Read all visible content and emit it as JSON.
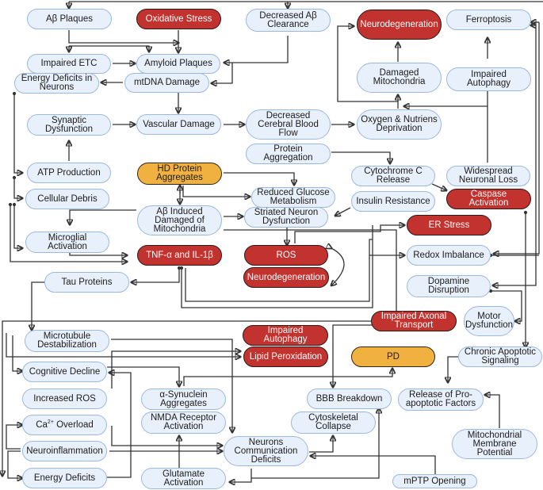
{
  "diagram": {
    "colors": {
      "default_node": "#e8f0fb",
      "default_border": "#9bb8df",
      "highlight_red": "#c2332f",
      "highlight_orange": "#f0b141",
      "connector": "#333333"
    },
    "nodes": {
      "ab_plaques": "Aβ Plaques",
      "oxidative_stress": "Oxidative Stress",
      "decreased_ab_clearance": "Decreased Aβ Clearance",
      "neurodegeneration_top": "Neurodegeneration",
      "ferroptosis": "Ferroptosis",
      "impaired_etc": "Impaired ETC",
      "amyloid_plaques": "Amyloid Plaques",
      "energy_deficits_neurons": "Energy Deficits in Neurons",
      "mtdna_damage": "mtDNA Damage",
      "damaged_mitochondria": "Damaged Mitochondria",
      "impaired_autophagy_top": "Impaired Autophagy",
      "synaptic_dysfunction": "Synaptic Dysfunction",
      "vascular_damage": "Vascular Damage",
      "decreased_cerebral_blood_flow": "Decreased Cerebral Blood Flow",
      "oxygen_nutriens_deprivation": "Oxygen & Nutriens Deprivation",
      "protein_aggregation": "Protein Aggregation",
      "atp_production": "ATP Production",
      "hd_protein_aggregates": "HD Protein Aggregates",
      "cytochrome_c_release": "Cytochrome C Release",
      "widespread_neuronal_loss": "Widespread Neuronal Loss",
      "cellular_debris": "Cellular Debris",
      "reduced_glucose_metabolism": "Reduced Glucose Metabolism",
      "insulin_resistance": "Insulin Resistance",
      "caspase_activation": "Caspase Activation",
      "ab_induced_damaged_mito": "Aβ Induced Damaged of Mitochondria",
      "striated_neuron_dysfunction": "Striated Neuron Dysfunction",
      "er_stress": "ER Stress",
      "microglial_activation": "Microglial Activation",
      "tnf_il1b": "TNF-α and IL-1β",
      "ros": "ROS",
      "redox_imbalance": "Redox Imbalance",
      "neurodegeneration_mid": "Neurodegeneration",
      "tau_proteins": "Tau Proteins",
      "dopamine_disruption": "Dopamine Disruption",
      "motor_dysfunction": "Motor Dysfunction",
      "impaired_axonal_transport": "Impaired Axonal Transport",
      "microtubule_destabilization": "Microtubule Destabilization",
      "impaired_autophagy_mid": "Impaired Autophagy",
      "lipid_peroxidation": "Lipid Peroxidation",
      "chronic_apoptotic_signaling": "Chronic Apoptotic Signaling",
      "cognitive_decline": "Cognitive Decline",
      "pd": "PD",
      "increased_ros": "Increased ROS",
      "a_synuclein_aggregates": "α-Synuclein Aggregates",
      "bbb_breakdown": "BBB Breakdown",
      "release_pro_apoptotic": "Release of Pro-apoptotic Factors",
      "ca_overload_prefix": "Ca",
      "ca_overload_sup": "2+",
      "ca_overload_suffix": " Overload",
      "nmda_receptor_activation": "NMDA Receptor Activation",
      "cytoskeletal_collapse": "Cytoskeletal Collapse",
      "neuroinflammation": "Neuroinflammation",
      "neurons_communication_deficits": "Neurons Communication Deficits",
      "mitochondrial_membrane_potential": "Mitochondrial Membrane Potential",
      "energy_deficits": "Energy Deficits",
      "glutamate_activation": "Glutamate Activation",
      "mptp_opening": "mPTP Opening"
    }
  }
}
